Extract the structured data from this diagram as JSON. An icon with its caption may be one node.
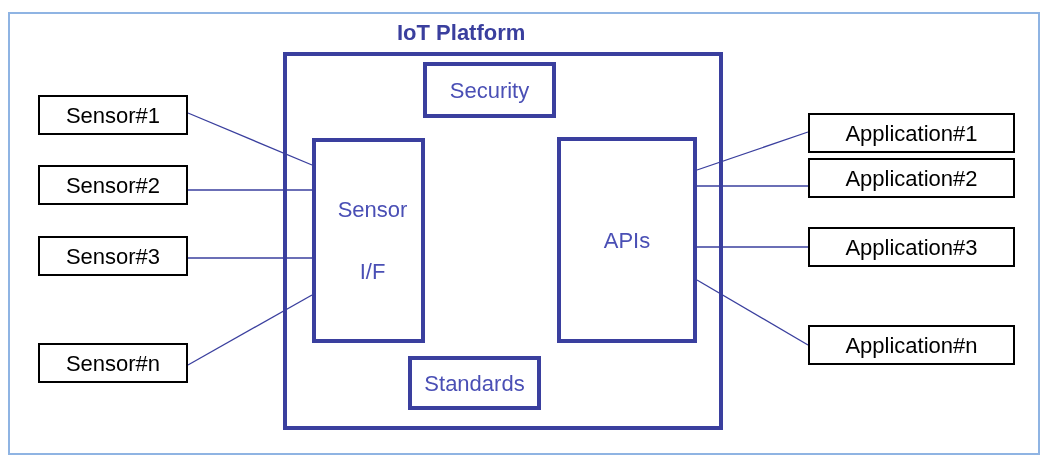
{
  "diagram": {
    "nodes": [
      {
        "text": [
          "IoT Platform"
        ]
      },
      {
        "text": [
          "Security"
        ],
        "in": 0
      },
      {
        "text": [
          "Sensor I/F"
        ],
        "in": 0
      },
      {
        "text": [
          "APIs"
        ],
        "in": 0
      },
      {
        "text": [
          "Standards"
        ],
        "in": 0
      },
      {
        "text": [
          "Sensor#1"
        ]
      },
      {
        "text": [
          "Sensor#2"
        ]
      },
      {
        "text": [
          "Sensor#3"
        ]
      },
      {
        "text": [
          "Sensor#n"
        ]
      },
      {
        "text": [
          "Application#1"
        ]
      },
      {
        "text": [
          "Application#2"
        ]
      },
      {
        "text": [
          "Application#3"
        ]
      },
      {
        "text": [
          "Application#n"
        ]
      }
    ],
    "edges": [
      {
        "from": 5,
        "to": 2,
        "arrow": "none"
      },
      {
        "from": 6,
        "to": 2,
        "arrow": "none"
      },
      {
        "from": 7,
        "to": 2,
        "arrow": "none"
      },
      {
        "from": 8,
        "to": 2,
        "arrow": "none"
      },
      {
        "from": 3,
        "to": 9,
        "arrow": "none"
      },
      {
        "from": 3,
        "to": 10,
        "arrow": "none"
      },
      {
        "from": 3,
        "to": 11,
        "arrow": "none"
      },
      {
        "from": 3,
        "to": 12,
        "arrow": "none"
      }
    ]
  }
}
